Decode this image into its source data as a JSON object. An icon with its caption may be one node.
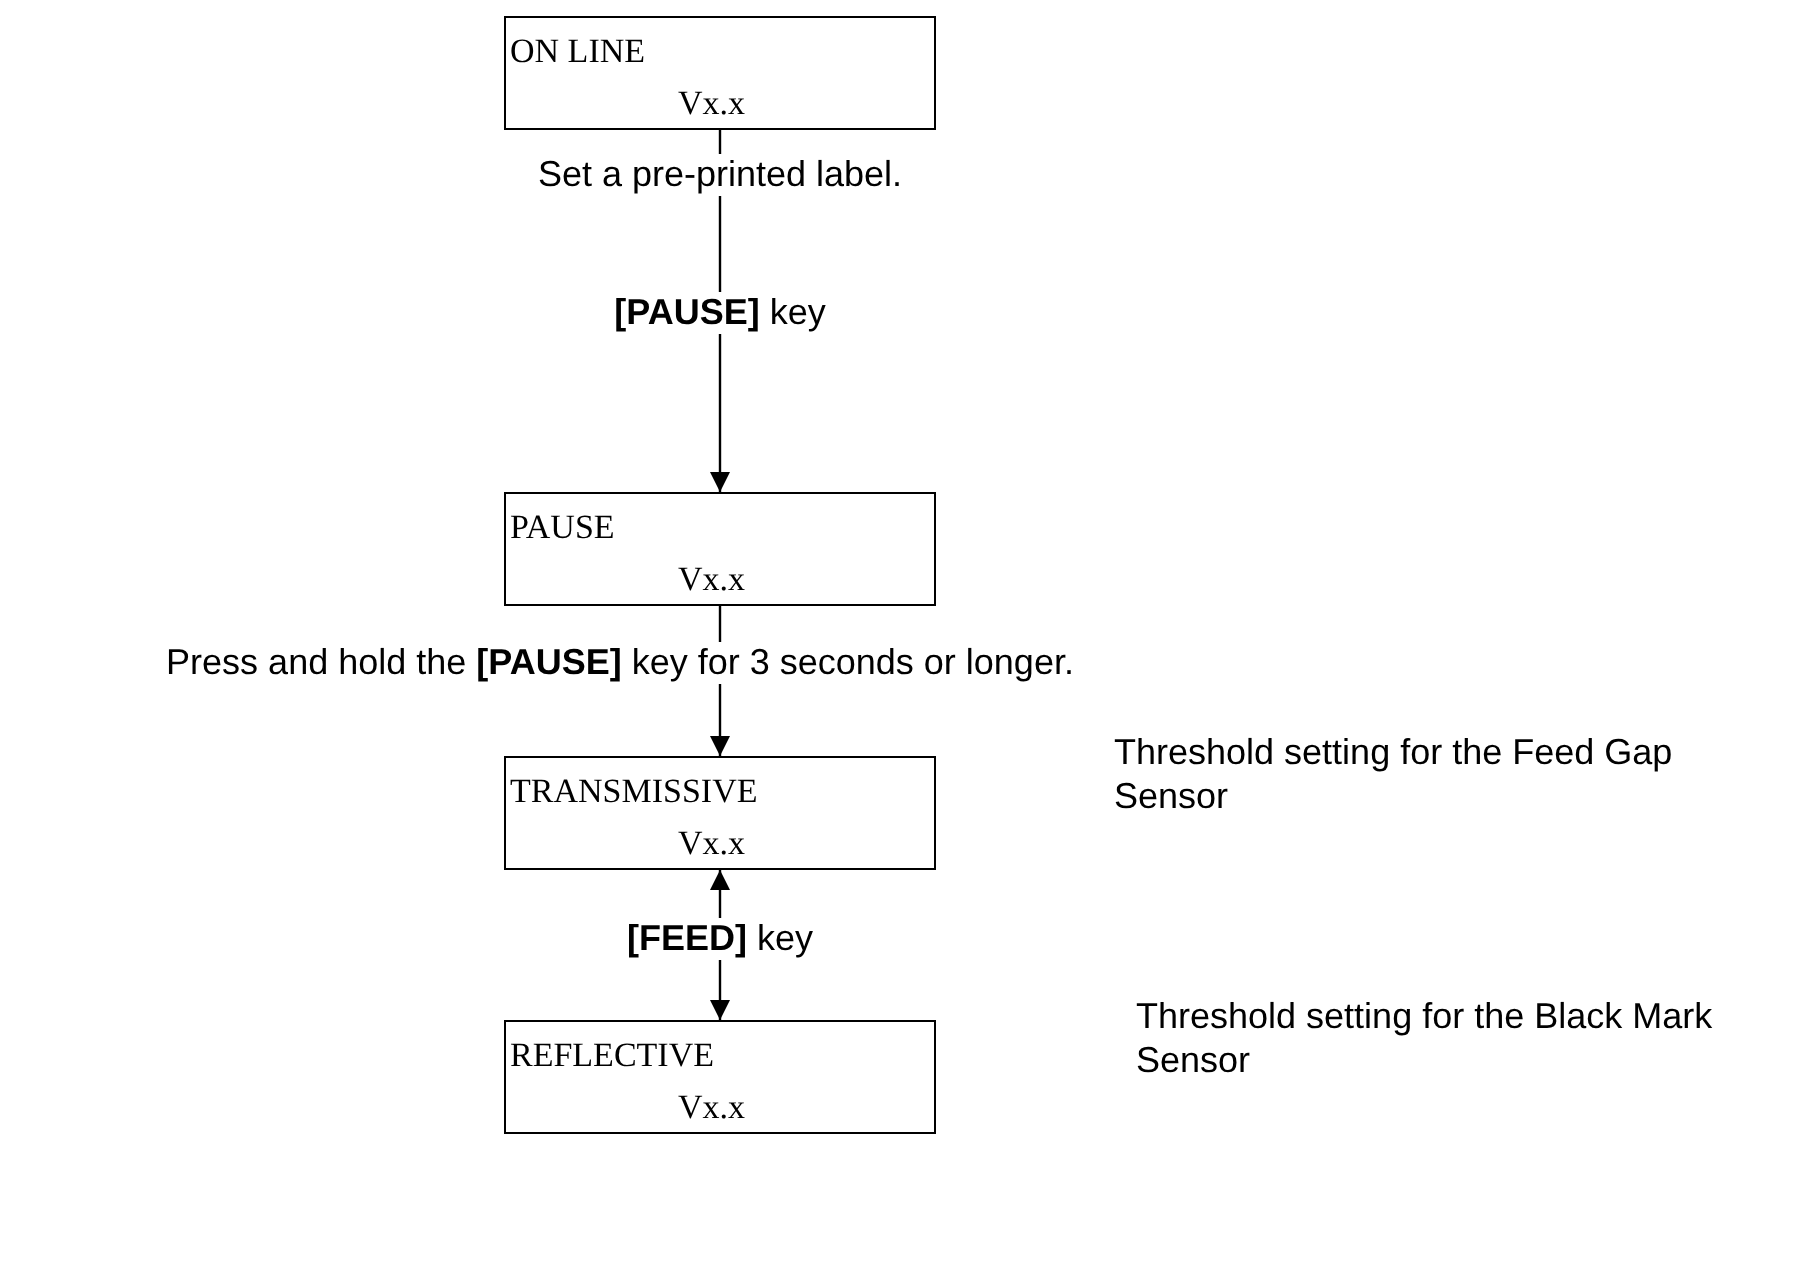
{
  "diagram": {
    "nodes": [
      {
        "text": [
          "ON LINE",
          "Vx.x"
        ]
      },
      {
        "text": [
          "PAUSE",
          "Vx.x"
        ]
      },
      {
        "text": [
          "TRANSMISSIVE",
          "Vx.x"
        ]
      },
      {
        "text": [
          "REFLECTIVE",
          "Vx.x"
        ]
      }
    ],
    "edges": [
      {
        "from": 0,
        "to": 1,
        "arrow": "to",
        "label": "**[PAUSE]** key"
      },
      {
        "from": 1,
        "to": 2,
        "arrow": "to",
        "label": "Press and hold the **[PAUSE]** key for 3 seconds or longer."
      },
      {
        "from": 2,
        "to": 3,
        "arrow": "both",
        "label": "**[FEED]** key"
      }
    ],
    "labels": [
      "Set a pre-printed label.",
      "Threshold setting for the Feed Gap Sensor",
      "Threshold setting for the Black Mark Sensor"
    ]
  }
}
